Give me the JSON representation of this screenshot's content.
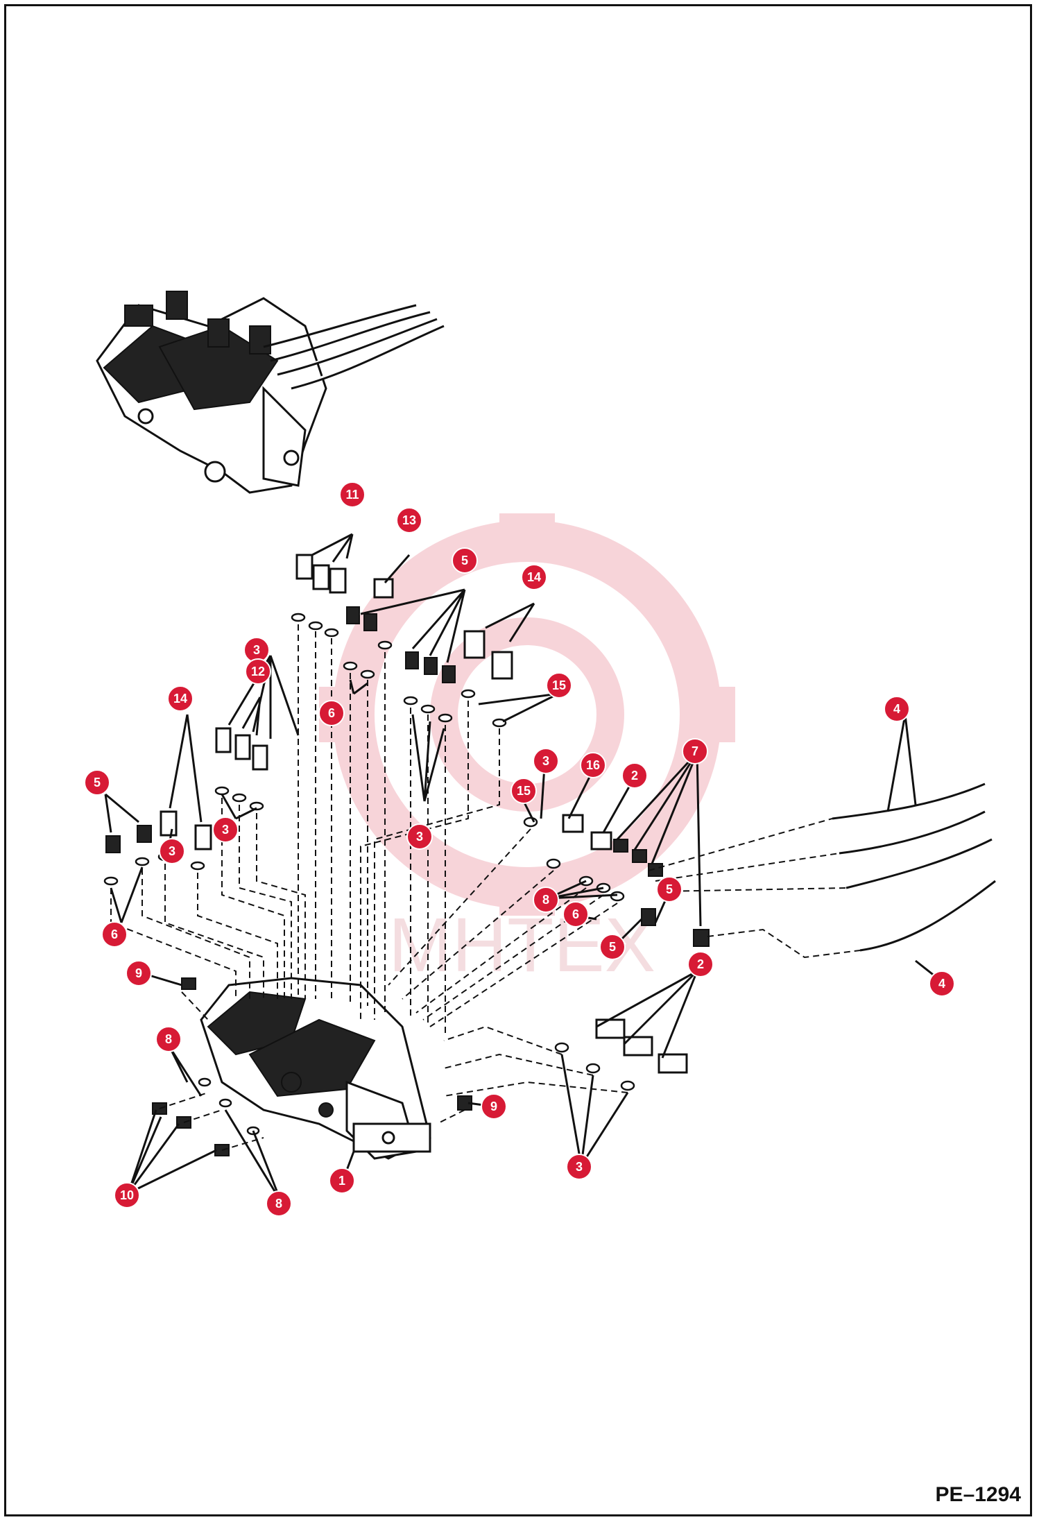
{
  "figure": {
    "reference_code": "PE–1294",
    "watermark_text": "МНТЕХ"
  },
  "callouts": [
    {
      "id": "c11",
      "label": "11"
    },
    {
      "id": "c13",
      "label": "13"
    },
    {
      "id": "c5a",
      "label": "5"
    },
    {
      "id": "c14a",
      "label": "14"
    },
    {
      "id": "c3a",
      "label": "3"
    },
    {
      "id": "c12",
      "label": "12"
    },
    {
      "id": "c6a",
      "label": "6"
    },
    {
      "id": "c15a",
      "label": "15"
    },
    {
      "id": "c14b",
      "label": "14"
    },
    {
      "id": "c4a",
      "label": "4"
    },
    {
      "id": "c5b",
      "label": "5"
    },
    {
      "id": "c3b",
      "label": "3"
    },
    {
      "id": "c3c",
      "label": "3"
    },
    {
      "id": "c3d",
      "label": "3"
    },
    {
      "id": "c3e",
      "label": "3"
    },
    {
      "id": "c16",
      "label": "16"
    },
    {
      "id": "c2a",
      "label": "2"
    },
    {
      "id": "c7",
      "label": "7"
    },
    {
      "id": "c15b",
      "label": "15"
    },
    {
      "id": "c6b",
      "label": "6"
    },
    {
      "id": "c8a",
      "label": "8"
    },
    {
      "id": "c6c",
      "label": "6"
    },
    {
      "id": "c5c",
      "label": "5"
    },
    {
      "id": "c5d",
      "label": "5"
    },
    {
      "id": "c9a",
      "label": "9"
    },
    {
      "id": "c2b",
      "label": "2"
    },
    {
      "id": "c4b",
      "label": "4"
    },
    {
      "id": "c8b",
      "label": "8"
    },
    {
      "id": "c9b",
      "label": "9"
    },
    {
      "id": "c3f",
      "label": "3"
    },
    {
      "id": "c1",
      "label": "1"
    },
    {
      "id": "c10",
      "label": "10"
    },
    {
      "id": "c8c",
      "label": "8"
    }
  ],
  "colors": {
    "callout": "#d71a35",
    "line": "#111111",
    "watermark": "#e0a0a8"
  }
}
